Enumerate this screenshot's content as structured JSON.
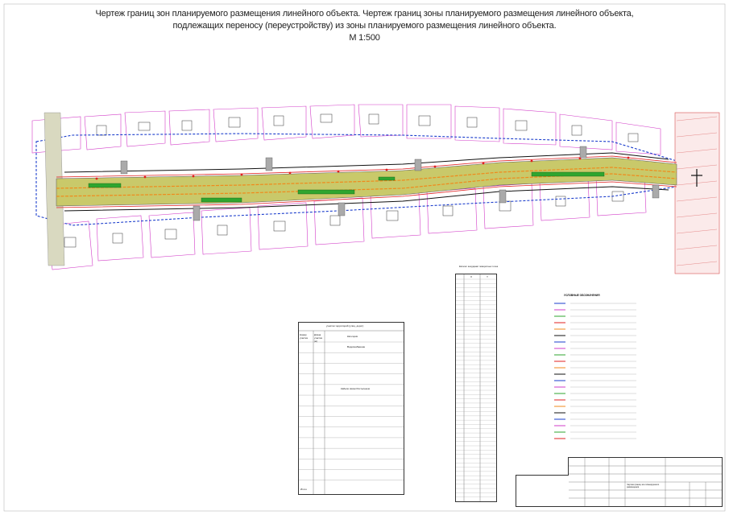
{
  "title": {
    "line1": "Чертеж границ зон планируемого размещения линейного объекта. Чертеж границ зоны планируемого размещения линейного объекта,",
    "line2": "подлежащих переносу (переустройству) из зоны планируемого размещения линейного объекта.",
    "scale": "М 1:500"
  },
  "plot_table": {
    "header": "участки территорий (улиц, дорог)",
    "col1": "Номер участка",
    "col2": "Длина участка (м)",
    "col3": "Категория",
    "section1": "Водоснабжение",
    "section2": "Кабели связи Ростелеком",
    "total_label": "Итого",
    "rows_count": 14
  },
  "coord_table": {
    "caption": "Каталог координат поворотных точек",
    "col_x": "X",
    "col_y": "Y",
    "row_count": 52
  },
  "legend": {
    "heading": "УСЛОВНЫЕ ОБОЗНАЧЕНИЯ",
    "items_count": 22
  },
  "stamp": {
    "label": "Чертеж границ зон планируемого размещения"
  },
  "colors": {
    "road": "#c9c96a",
    "green_strip": "#2fa52f",
    "red_line": "#e02020",
    "magenta_plot": "#d23cc8",
    "blue_boundary": "#1a3ccc",
    "orange": "#f08a1c"
  }
}
